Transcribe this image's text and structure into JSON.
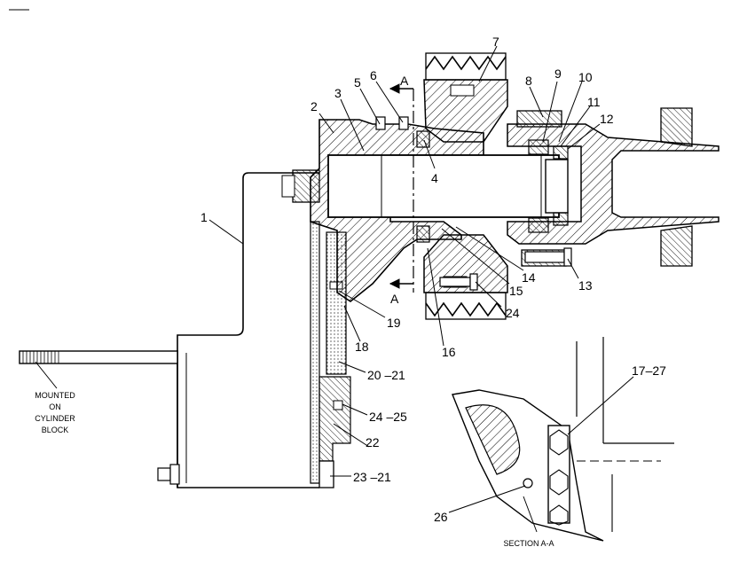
{
  "callouts": {
    "c1": "1",
    "c2": "2",
    "c3": "3",
    "c4": "4",
    "c5": "5",
    "c6": "6",
    "c7": "7",
    "c8": "8",
    "c9": "9",
    "c10": "10",
    "c11": "11",
    "c12": "12",
    "c13": "13",
    "c14": "14",
    "c15": "15",
    "c16": "16",
    "c17_27": "17–27",
    "c18": "18",
    "c19": "19",
    "c20_21": "20 –21",
    "c22": "22",
    "c23_21": "23 –21",
    "c24": "24",
    "c24_25": "24 –25",
    "c26": "26"
  },
  "section_marks": {
    "top": "A",
    "bottom": "A"
  },
  "mount_note": {
    "line1": "MOUNTED",
    "line2": "ON",
    "line3": "CYLINDER",
    "line4": "BLOCK"
  },
  "section_label": "SECTION  A-A"
}
